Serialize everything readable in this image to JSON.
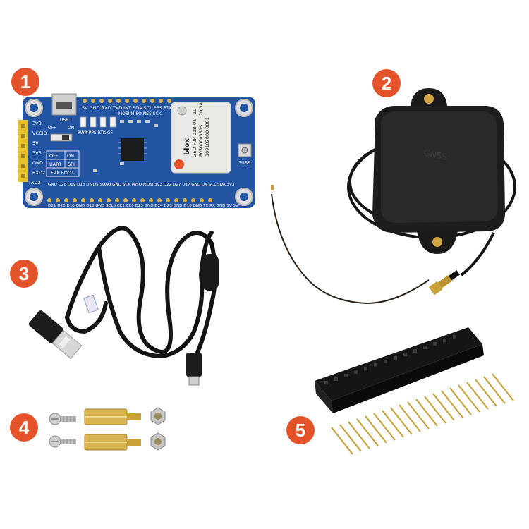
{
  "badges": [
    "1",
    "2",
    "3",
    "4",
    "5"
  ],
  "board": {
    "top_pins": "5V GND RXD TXD INT SDA SCL PPS RTK",
    "top_pins_row2": "MOSI MISO  NSS SCK",
    "left_labels": [
      "3V3",
      "VCCIO",
      "5V",
      "3V3",
      "GND",
      "RXD2",
      "TXD2"
    ],
    "usb": "USB",
    "switch_off": "OFF",
    "switch_on": "ON",
    "leds": "PWR PPS RTK GF",
    "table_off": "OFF",
    "table_on": "ON",
    "table_uart": "UART",
    "table_spi": "SPI",
    "table_f9x": "F9X BOOT",
    "gnss": "GNSS",
    "bottom_pins": "GND D26 D19 D13 D6 D5 SDAO GND SCK MISO MOSI 3V3 D22 D27 D17 GND D4 SCL SDA 3V3",
    "bottom_pins_row2": "D21 D20 D16 GND D12 GND SCL0 CE1 CE0 D25 GND D24 D23 GND D18 GND TX RX GND 5V 5V",
    "module": {
      "brand": "blox",
      "model": "ZED-F9P-01B-01",
      "serial": "F050000351S",
      "lot": "109102000 0801",
      "code1": "19",
      "code2": "20/38"
    }
  },
  "antenna_label": "GNSS",
  "colors": {
    "badge": "#e5532b",
    "pcb": "#2355a3",
    "module": "#e8e8e6",
    "cable": "#111111",
    "brass": "#c9a23a"
  }
}
